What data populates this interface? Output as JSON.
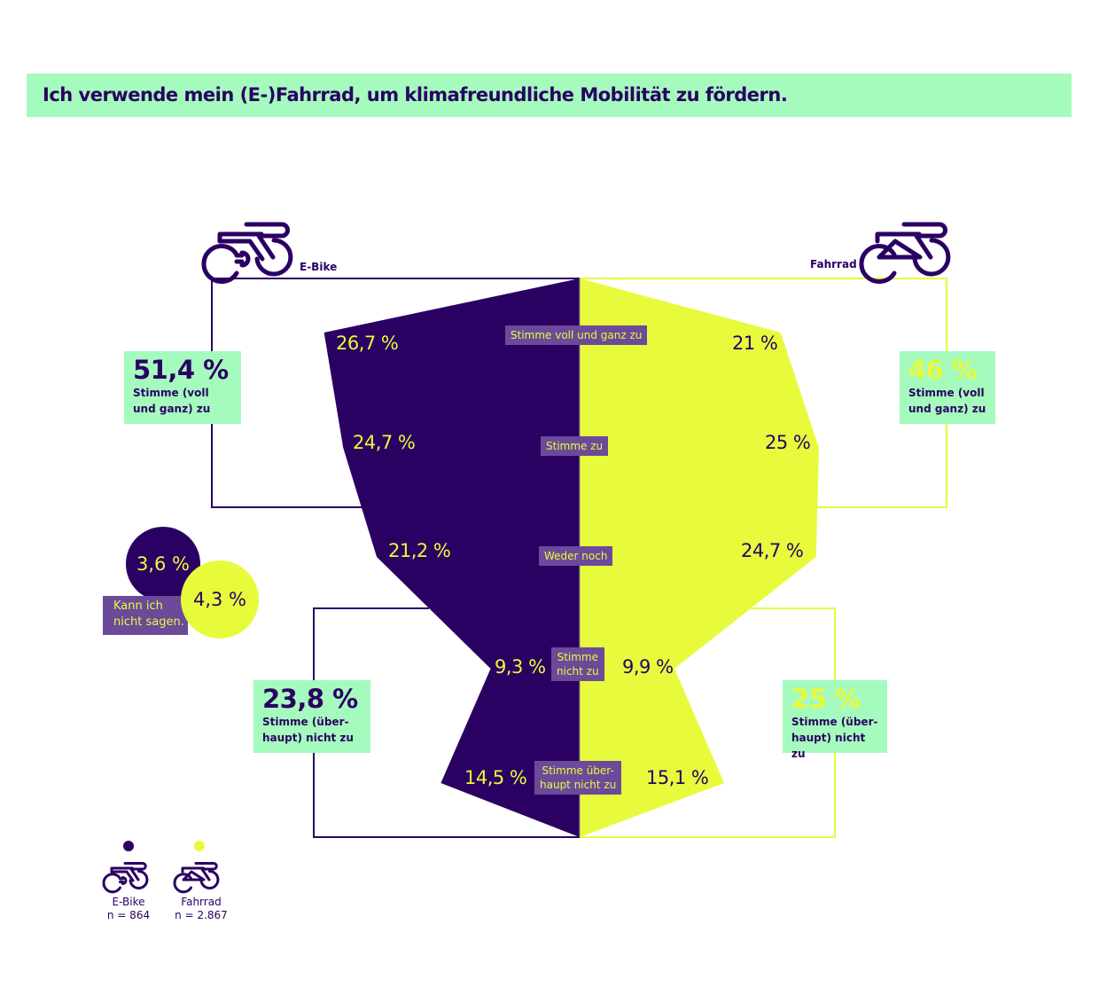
{
  "title": "Ich verwende mein (E-)Fahrrad, um klimafreundliche Mobilität zu fördern.",
  "colors": {
    "ebike": "#2a0063",
    "fahrrad": "#e7fb3c",
    "summary_bg": "#a5fbbd",
    "category_bg": "#6c4a9a"
  },
  "chart_data": {
    "type": "area",
    "subtype": "mirrored-radar-profile",
    "title": "Ich verwende mein (E-)Fahrrad, um klimafreundliche Mobilität zu fördern.",
    "categories": [
      "Stimme voll und ganz zu",
      "Stimme zu",
      "Weder noch",
      "Stimme nicht zu",
      "Stimme überhaupt nicht zu"
    ],
    "category_lines": [
      [
        "Stimme voll und ganz zu"
      ],
      [
        "Stimme zu"
      ],
      [
        "Weder noch"
      ],
      [
        "Stimme",
        "nicht zu"
      ],
      [
        "Stimme über-",
        "haupt nicht zu"
      ]
    ],
    "series": [
      {
        "name": "E-Bike",
        "n": "n = 864",
        "values": [
          26.7,
          24.7,
          21.2,
          9.3,
          14.5
        ],
        "labels": [
          "26,7 %",
          "24,7 %",
          "21,2 %",
          "9,3 %",
          "14,5 %"
        ],
        "side": "left"
      },
      {
        "name": "Fahrrad",
        "n": "n = 2.867",
        "values": [
          21,
          25,
          24.7,
          9.9,
          15.1
        ],
        "labels": [
          "21 %",
          "25 %",
          "24,7 %",
          "9,9 %",
          "15,1 %"
        ],
        "side": "right"
      }
    ],
    "dont_know": {
      "label": [
        "Kann ich",
        "nicht sagen."
      ],
      "ebike": {
        "value": 3.6,
        "label": "3,6 %"
      },
      "fahrrad": {
        "value": 4.3,
        "label": "4,3 %"
      }
    },
    "summaries": {
      "ebike_agree": {
        "value": 51.4,
        "label": "51,4 %",
        "text": [
          "Stimme (voll",
          "und ganz) zu"
        ]
      },
      "fahrrad_agree": {
        "value": 46,
        "label": "46 %",
        "text": [
          "Stimme (voll",
          "und ganz) zu"
        ]
      },
      "ebike_disagree": {
        "value": 23.8,
        "label": "23,8 %",
        "text": [
          "Stimme (über-",
          "haupt) nicht zu"
        ]
      },
      "fahrrad_disagree": {
        "value": 25,
        "label": "25 %",
        "text": [
          "Stimme (über-",
          "haupt) nicht zu"
        ]
      }
    },
    "legend": [
      {
        "name": "E-Bike",
        "n": "n = 864",
        "icon": "ebike-icon"
      },
      {
        "name": "Fahrrad",
        "n": "n = 2.867",
        "icon": "bicycle-icon"
      }
    ],
    "legend_position": "bottom-left"
  }
}
